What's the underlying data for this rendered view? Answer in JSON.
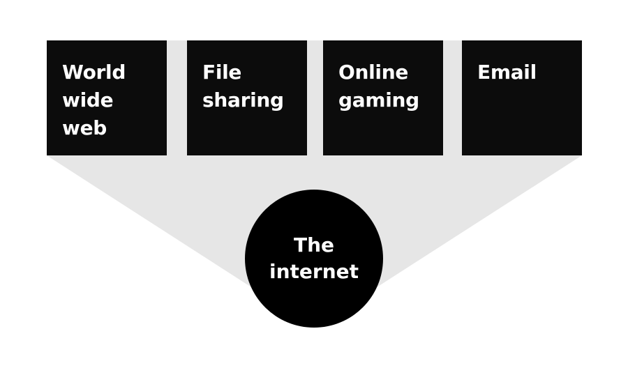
{
  "services": [
    {
      "label": "World\nwide\nweb"
    },
    {
      "label": "File\nsharing"
    },
    {
      "label": "Online\ngaming"
    },
    {
      "label": "Email"
    }
  ],
  "hub": {
    "label": "The\ninternet"
  },
  "colors": {
    "background": "#ffffff",
    "funnel": "#e6e6e6",
    "box": "#0c0c0c",
    "hub": "#000000",
    "text": "#ffffff"
  }
}
